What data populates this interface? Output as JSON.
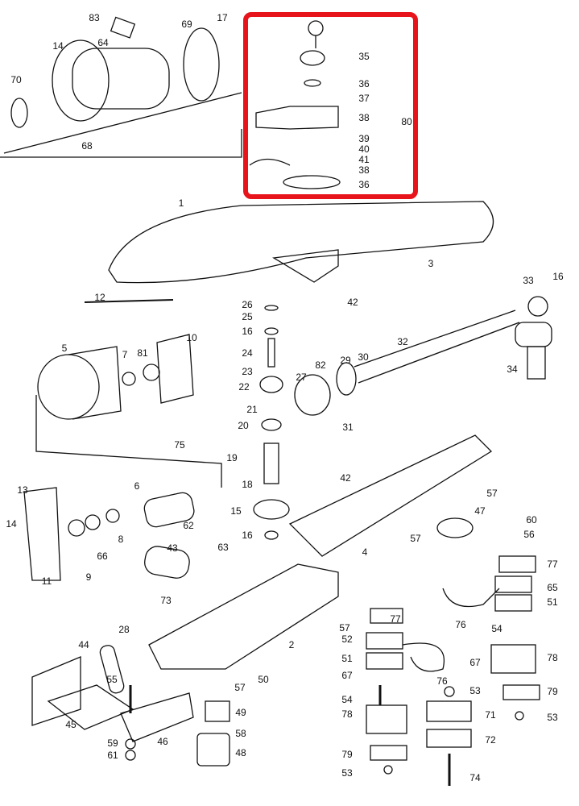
{
  "diagram": {
    "title": "Exploded parts diagram",
    "highlight_color": "#e8141c"
  },
  "callouts": [
    "83",
    "14",
    "64",
    "69",
    "17",
    "70",
    "68",
    "35",
    "36",
    "37",
    "38",
    "80",
    "39",
    "40",
    "41",
    "38",
    "36",
    "1",
    "3",
    "33",
    "16",
    "12",
    "26",
    "25",
    "16",
    "42",
    "10",
    "7",
    "81",
    "5",
    "24",
    "23",
    "22",
    "82",
    "29",
    "30",
    "32",
    "34",
    "27",
    "21",
    "20",
    "31",
    "75",
    "19",
    "18",
    "42",
    "57",
    "13",
    "6",
    "15",
    "14",
    "8",
    "66",
    "9",
    "11",
    "62",
    "63",
    "16",
    "43",
    "47",
    "60",
    "56",
    "57",
    "4",
    "77",
    "65",
    "51",
    "73",
    "76",
    "54",
    "77",
    "57",
    "52",
    "2",
    "67",
    "78",
    "51",
    "67",
    "76",
    "28",
    "44",
    "50",
    "57",
    "55",
    "53",
    "79",
    "54",
    "49",
    "71",
    "45",
    "78",
    "53",
    "58",
    "46",
    "72",
    "59",
    "61",
    "48",
    "79",
    "53",
    "74"
  ]
}
